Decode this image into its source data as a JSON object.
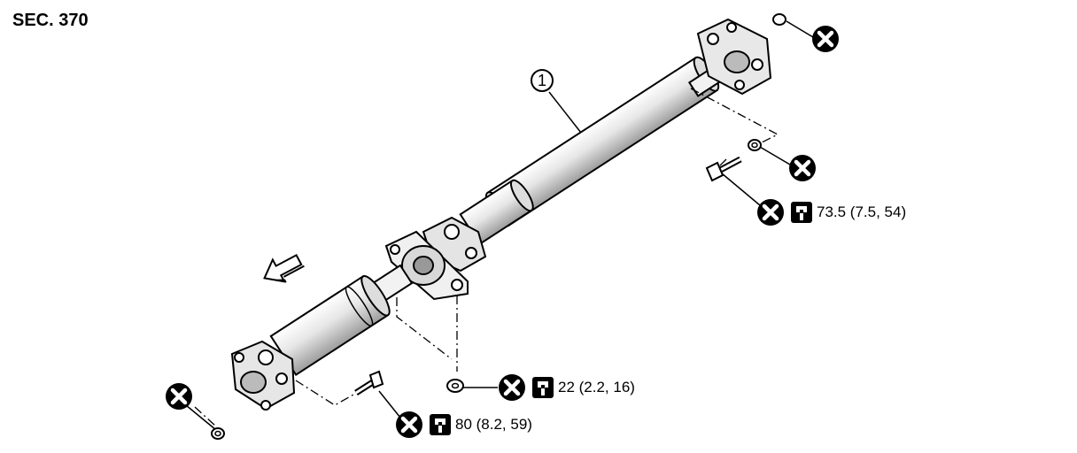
{
  "title": "SEC. 370",
  "callouts": [
    {
      "id": "propeller-shaft",
      "number": "1"
    }
  ],
  "torques": {
    "flange_bolt": "73.5 (7.5, 54)",
    "center_bearing_nut": "22 (2.2, 16)",
    "front_bolt": "80 (8.2, 59)"
  },
  "icons": {
    "replace_part": "x-circle-icon",
    "torque_wrench": "torque-wrench-icon",
    "front_direction": "front-arrow-icon"
  },
  "colors": {
    "line": "#000000",
    "background": "#ffffff",
    "shading": "#cfcfcf"
  }
}
